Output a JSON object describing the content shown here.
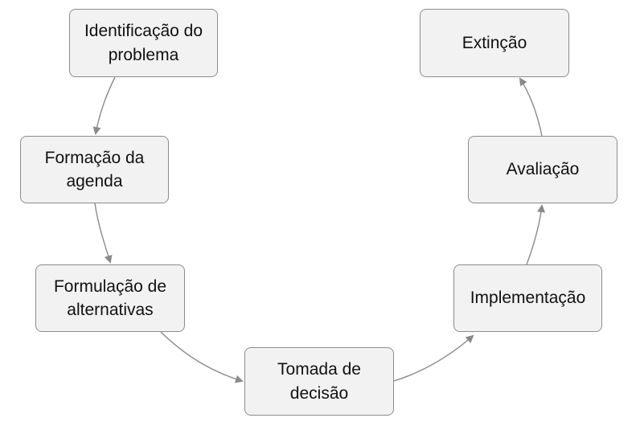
{
  "diagram": {
    "nodes": [
      {
        "id": "n1",
        "label": "Identificação do\nproblema"
      },
      {
        "id": "n2",
        "label": "Formação da\nagenda"
      },
      {
        "id": "n3",
        "label": "Formulação de\nalternativas"
      },
      {
        "id": "n4",
        "label": "Tomada de\ndecisão"
      },
      {
        "id": "n5",
        "label": "Implementação"
      },
      {
        "id": "n6",
        "label": "Avaliação"
      },
      {
        "id": "n7",
        "label": "Extinção"
      }
    ],
    "edges": [
      {
        "from": "n1",
        "to": "n2"
      },
      {
        "from": "n2",
        "to": "n3"
      },
      {
        "from": "n3",
        "to": "n4"
      },
      {
        "from": "n4",
        "to": "n5"
      },
      {
        "from": "n5",
        "to": "n6"
      },
      {
        "from": "n6",
        "to": "n7"
      }
    ],
    "colors": {
      "node_fill": "#f2f2f2",
      "node_border": "#8c8c8c",
      "edge": "#8a8a8a",
      "text": "#111111"
    }
  }
}
